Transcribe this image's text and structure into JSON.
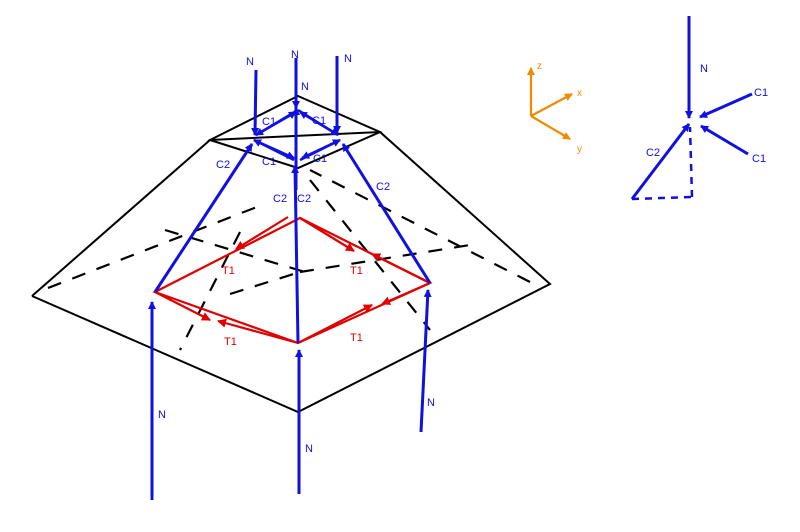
{
  "labels": {
    "n": "N",
    "c1": "C1",
    "c2": "C2",
    "t1": "T1",
    "x": "x",
    "y": "y",
    "z": "z"
  },
  "colors": {
    "compression": "#1010e0",
    "tension": "#e00000",
    "axes": "#f08a00",
    "edges": "#000000"
  }
}
